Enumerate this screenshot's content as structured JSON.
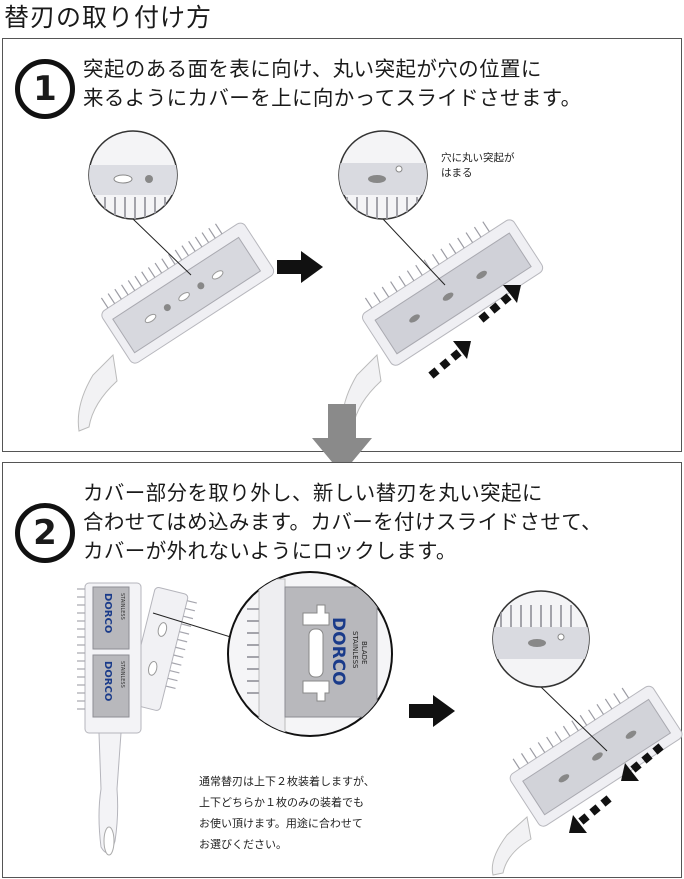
{
  "header": {
    "title": "替刃の取り付け方"
  },
  "steps": [
    {
      "number": "1",
      "lines": [
        "突起のある面を表に向け、丸い突起が穴の位置に",
        "来るようにカバーを上に向かってスライドさせます。"
      ],
      "callout": [
        "穴に丸い突起が",
        "はまる"
      ]
    },
    {
      "number": "2",
      "lines": [
        "カバー部分を取り外し、新しい替刃を丸い突起に",
        "合わせてはめ込みます。カバーを付けスライドさせて、",
        "カバーが外れないようにロックします。"
      ],
      "note": [
        "通常替刃は上下２枚装着しますが、",
        "上下どちらか１枚のみの装着でも",
        "お使い頂けます。用途に合わせて",
        "お選びください。"
      ],
      "blade_brand": "DORCO",
      "blade_text": [
        "STAINLESS",
        "BLADE"
      ]
    }
  ],
  "colors": {
    "border": "#555555",
    "arrow_black": "#111111",
    "arrow_down": "#8a8a8a",
    "comb": "#ececf0",
    "blade": "#b8b8bc"
  },
  "icons": [
    "arrow-right-icon",
    "arrow-down-icon",
    "arrow-diagonal-icon"
  ]
}
